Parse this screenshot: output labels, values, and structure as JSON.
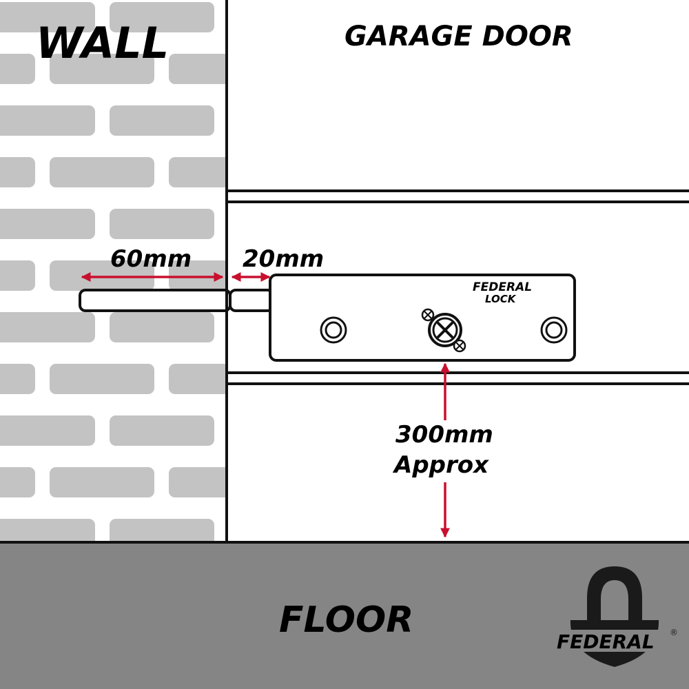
{
  "labels": {
    "wall": "WALL",
    "garage_door": "GARAGE DOOR",
    "floor": "FLOOR"
  },
  "dimensions": {
    "bolt_into_wall": "60mm",
    "gap_to_wall": "20mm",
    "height_line1": "300mm",
    "height_line2": "Approx"
  },
  "lock_body": {
    "brand_line1": "FEDERAL",
    "brand_line2": "LOCK"
  },
  "logo": {
    "text": "FEDERAL",
    "mark": "®"
  },
  "colors": {
    "brick": "#c3c3c3",
    "floor": "#858585",
    "dimension_arrow": "#c8102e",
    "outline": "#111111"
  }
}
